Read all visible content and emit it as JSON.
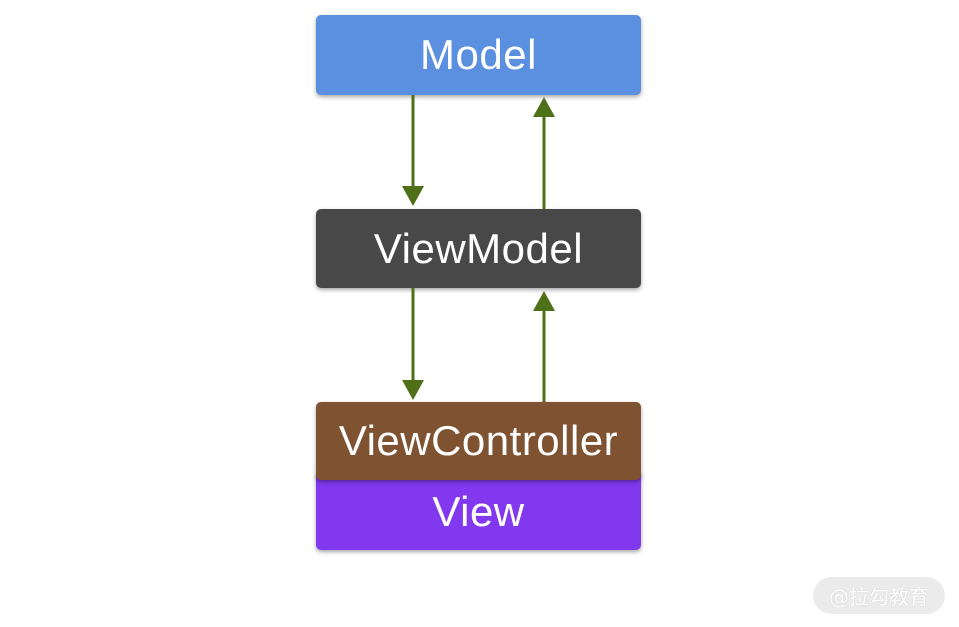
{
  "nodes": {
    "model": {
      "label": "Model",
      "color": "#5b8fdf"
    },
    "viewmodel": {
      "label": "ViewModel",
      "color": "#484848"
    },
    "viewcontroller": {
      "label": "ViewController",
      "color": "#7f5331"
    },
    "view": {
      "label": "View",
      "color": "#8138ee"
    }
  },
  "arrow_color": "#4f7019",
  "watermark": {
    "text": "@拉勾教育"
  }
}
